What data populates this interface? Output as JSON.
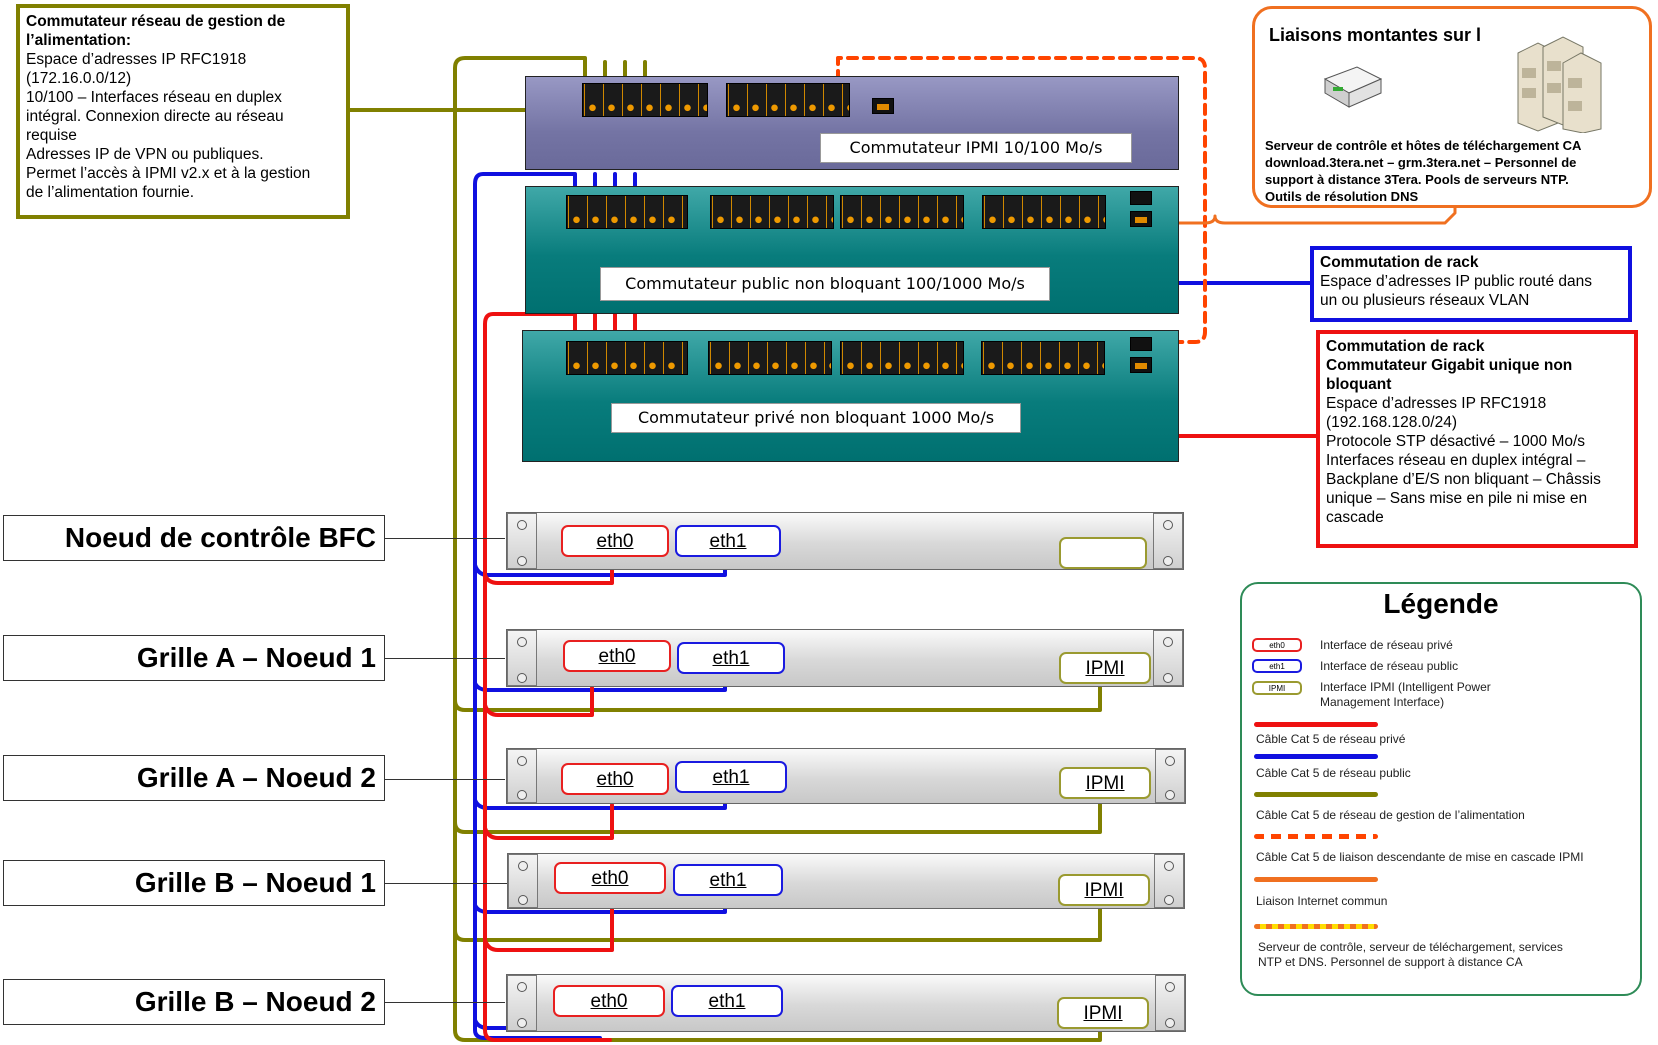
{
  "power_switch_note": {
    "title": "Commutateur réseau de gestion de l’alimentation:",
    "lines": [
      "Espace d’adresses IP RFC1918",
      "(172.16.0.0/12)",
      "10/100 – Interfaces réseau en duplex",
      "intégral. Connexion directe au réseau",
      "requise",
      "Adresses IP de VPN ou publiques.",
      "Permet l’accès à IPMI v2.x et à la gestion",
      "de l’alimentation fournie."
    ]
  },
  "uplinks": {
    "title": "Liaisons montantes sur l",
    "lines": [
      "Serveur de contrôle et hôtes de téléchargement CA",
      "download.3tera.net – grm.3tera.net – Personnel de",
      "support à distance 3Tera. Pools de serveurs NTP.",
      "Outils de résolution DNS"
    ]
  },
  "public_note": {
    "title": "Commutation de rack",
    "lines": [
      "Espace d’adresses IP public routé dans",
      "un ou plusieurs réseaux VLAN"
    ]
  },
  "private_note": {
    "title_lines": [
      "Commutation de rack",
      "Commutateur Gigabit unique non",
      "bloquant"
    ],
    "lines": [
      "Espace d’adresses IP RFC1918",
      "(192.168.128.0/24)",
      "Protocole STP désactivé – 1000 Mo/s",
      "Interfaces réseau en duplex intégral –",
      "Backplane d’E/S non bliquant – Châssis",
      "unique – Sans mise en pile ni mise en",
      "cascade"
    ]
  },
  "switches": {
    "ipmi": "Commutateur IPMI  10/100 Mo/s",
    "public": "Commutateur public non bloquant 100/1000 Mo/s",
    "private": "Commutateur privé non bloquant 1000 Mo/s"
  },
  "nodes": [
    {
      "label": "Noeud de contrôle BFC",
      "eth0": "eth0",
      "eth1": "eth1",
      "ipmi": ""
    },
    {
      "label": "Grille A – Noeud 1",
      "eth0": "eth0",
      "eth1": "eth1",
      "ipmi": "IPMI"
    },
    {
      "label": "Grille A – Noeud 2",
      "eth0": "eth0",
      "eth1": "eth1",
      "ipmi": "IPMI"
    },
    {
      "label": "Grille B – Noeud 1",
      "eth0": "eth0",
      "eth1": "eth1",
      "ipmi": "IPMI"
    },
    {
      "label": "Grille B – Noeud 2",
      "eth0": "eth0",
      "eth1": "eth1",
      "ipmi": "IPMI"
    }
  ],
  "legend": {
    "title": "Légende",
    "badges": [
      {
        "badge": "eth0",
        "text": "Interface de réseau privé"
      },
      {
        "badge": "eth1",
        "text": "Interface de réseau public"
      },
      {
        "badge": "IPMI",
        "text": "Interface IPMI (Intelligent Power",
        "text2": "Management Interface)"
      }
    ],
    "lines": [
      {
        "text": "Câble Cat 5 de réseau privé"
      },
      {
        "text": "Câble Cat 5 de réseau public"
      },
      {
        "text": "Câble Cat 5 de réseau de gestion de l’alimentation"
      },
      {
        "text": "Câble Cat 5 de liaison descendante de mise en cascade IPMI"
      },
      {
        "text": "Liaison Internet commun"
      },
      {
        "text": "Serveur de contrôle, serveur de téléchargement, services",
        "text2": "NTP et DNS. Personnel de support à distance CA"
      }
    ]
  },
  "colors": {
    "private": "#ee1111",
    "public": "#1010e0",
    "power": "#808000",
    "cascade": "#ff4400",
    "internet": "#f07020",
    "control": "#ffdd00"
  }
}
